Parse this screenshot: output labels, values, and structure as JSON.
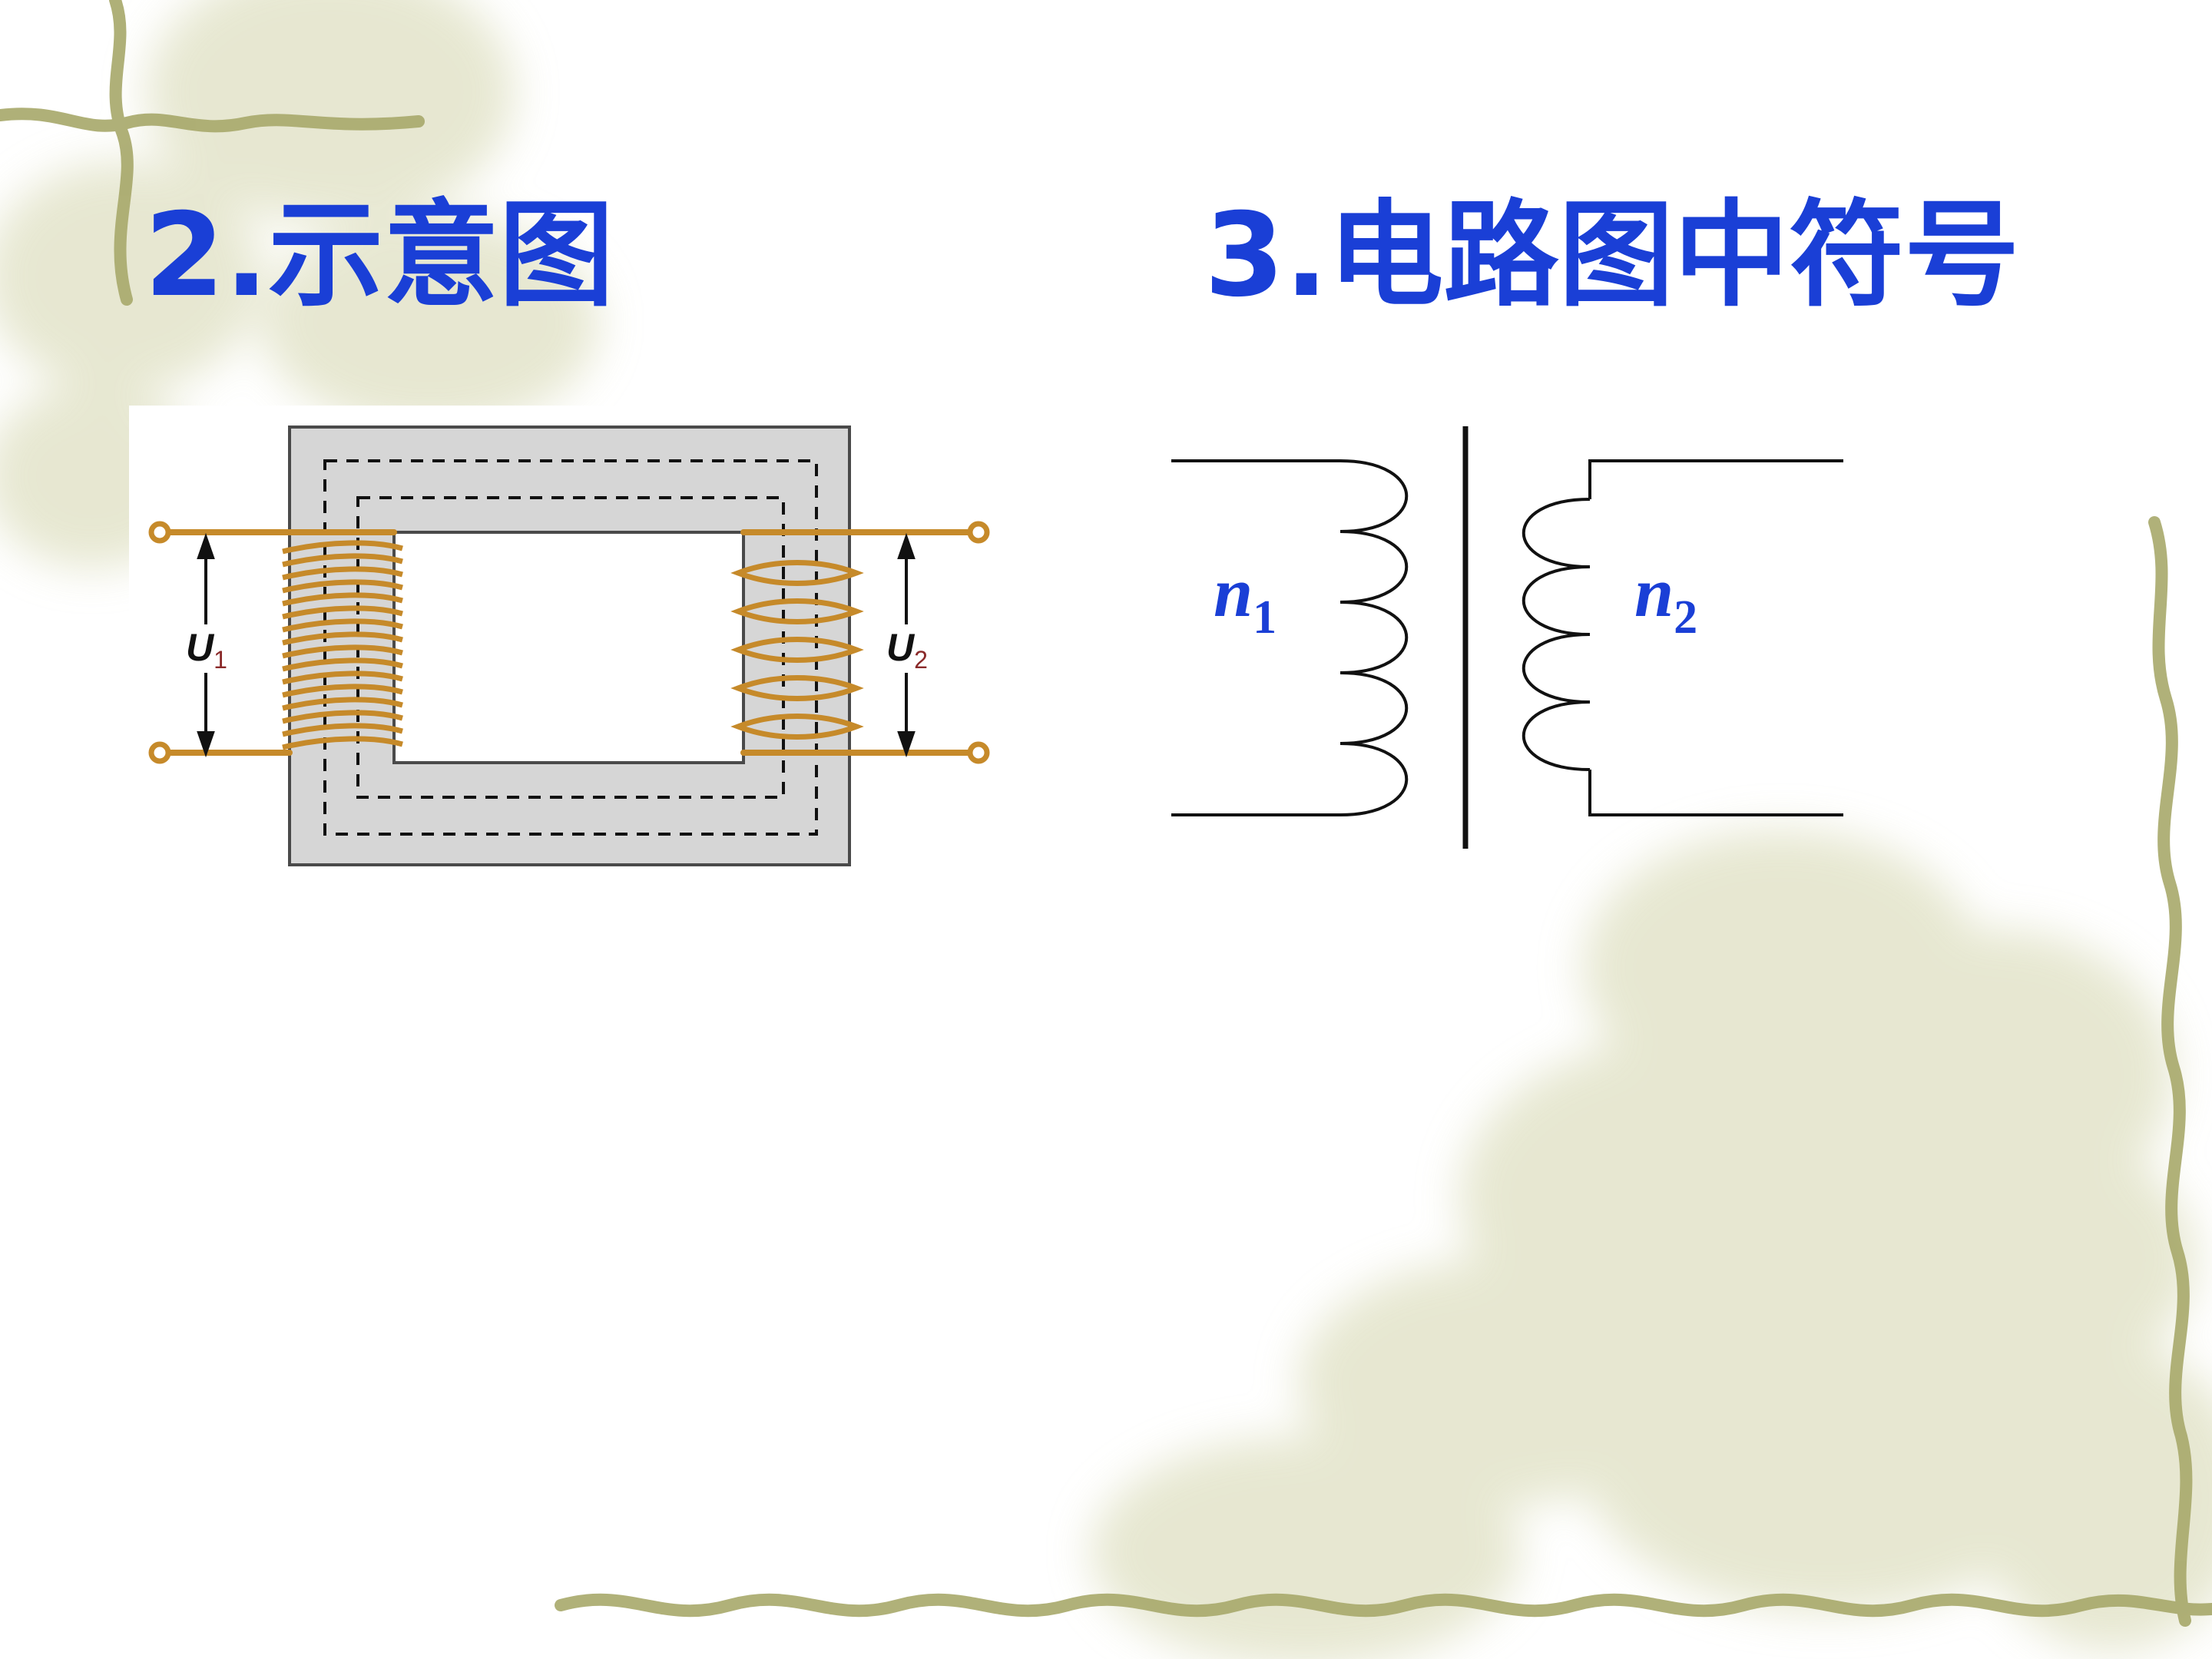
{
  "slide": {
    "heading_left": "2.示意图",
    "heading_right": "3.电路图中符号"
  },
  "schematic": {
    "primary_voltage": {
      "symbol": "U",
      "subscript": "1"
    },
    "secondary_voltage": {
      "symbol": "U",
      "subscript": "2"
    }
  },
  "circuit_symbol": {
    "primary_turns": {
      "symbol": "n",
      "subscript": "1"
    },
    "secondary_turns": {
      "symbol": "n",
      "subscript": "2"
    }
  },
  "colors": {
    "heading": "#1a3fd6",
    "coil": "#c68a2a",
    "core": "#d6d6d6",
    "vine": "#a7a86a",
    "label": "#1a3fd6"
  }
}
